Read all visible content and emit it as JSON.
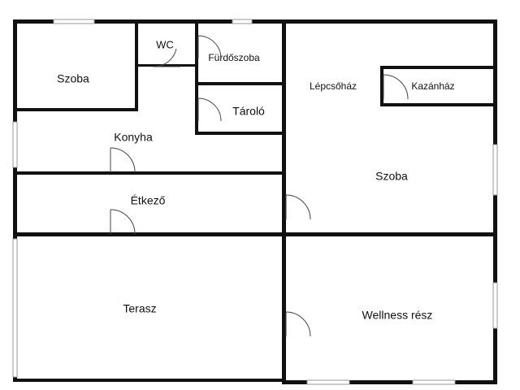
{
  "floor_plan": {
    "rooms": [
      {
        "id": "szoba-left",
        "label": "Szoba"
      },
      {
        "id": "wc",
        "label": "WC"
      },
      {
        "id": "furdoszoba",
        "label": "Fürdőszoba"
      },
      {
        "id": "tarolo",
        "label": "Tároló"
      },
      {
        "id": "konyha",
        "label": "Konyha"
      },
      {
        "id": "etkezo",
        "label": "Étkező"
      },
      {
        "id": "terasz",
        "label": "Terasz"
      },
      {
        "id": "lepcsohaz",
        "label": "Lépcsőház"
      },
      {
        "id": "kazanhaz",
        "label": "Kazánház"
      },
      {
        "id": "szoba-right",
        "label": "Szoba"
      },
      {
        "id": "wellness",
        "label": "Wellness rész"
      }
    ],
    "colors": {
      "wall": "#111111",
      "window": "#9a9a9a",
      "background": "#ffffff"
    }
  }
}
